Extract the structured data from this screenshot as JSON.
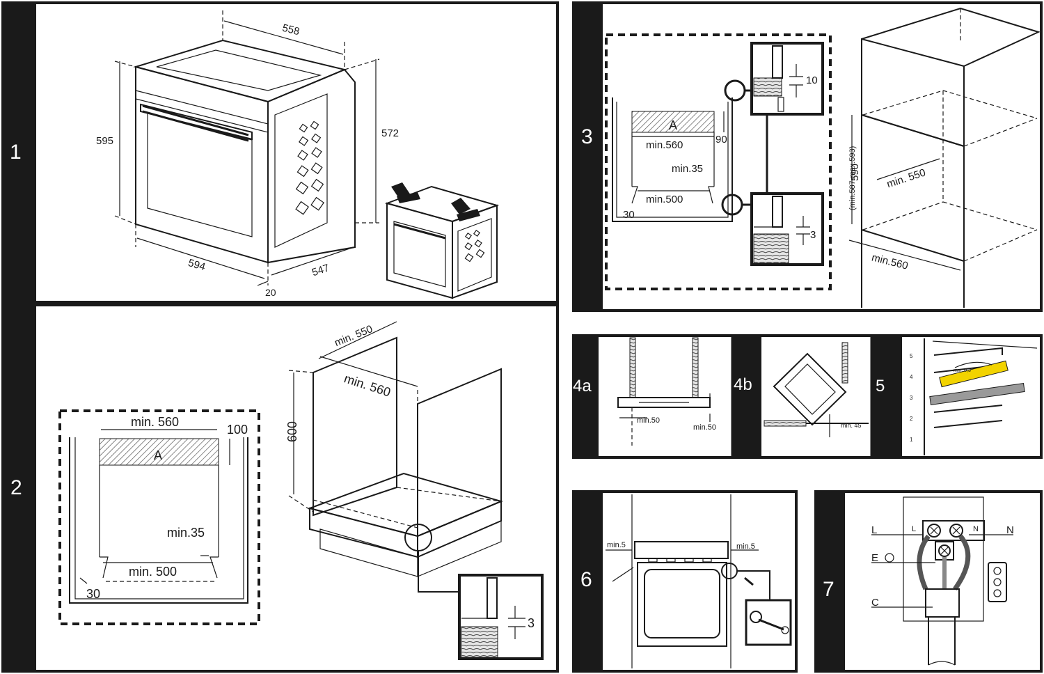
{
  "panels": {
    "p1": {
      "number": "1",
      "dims": {
        "depth_top": "558",
        "height": "595",
        "height_side": "572",
        "width": "594",
        "depth": "547",
        "front": "20"
      }
    },
    "p2": {
      "number": "2",
      "dims": {
        "top_width": "min. 560",
        "top_gap": "100",
        "zone_label": "A",
        "vent_gap": "min.35",
        "bottom_width": "min. 500",
        "corner": "30",
        "depth": "min. 550",
        "width_3d": "min. 560",
        "height_3d": "600",
        "detail_gap": "3"
      }
    },
    "p3": {
      "number": "3",
      "dims": {
        "zone_label": "A",
        "gap_side": "90",
        "top_width": "min.560",
        "vent_gap": "min.35",
        "bottom_width": "min.500",
        "corner": "30",
        "detail_top": "10",
        "detail_bottom": "3",
        "height_main": "590",
        "height_range": "(min.587-max.593)",
        "depth": "min. 550",
        "width": "min.560"
      }
    },
    "p4a": {
      "number": "4a",
      "dims": {
        "left": "min.50",
        "right": "min.50"
      }
    },
    "p4b": {
      "number": "4b",
      "dims": {
        "gap": "min. 45"
      }
    },
    "p5": {
      "number": "5",
      "dims": {
        "gap": "min. 0,3",
        "levels": [
          "5",
          "4",
          "3",
          "2",
          "1"
        ]
      }
    },
    "p6": {
      "number": "6",
      "dims": {
        "left": "min.5",
        "right": "min.5"
      }
    },
    "p7": {
      "number": "7",
      "labels": {
        "L_left": "L",
        "L_terminal": "L",
        "N_terminal": "N",
        "N_right": "N",
        "E": "E",
        "C": "C"
      }
    }
  }
}
